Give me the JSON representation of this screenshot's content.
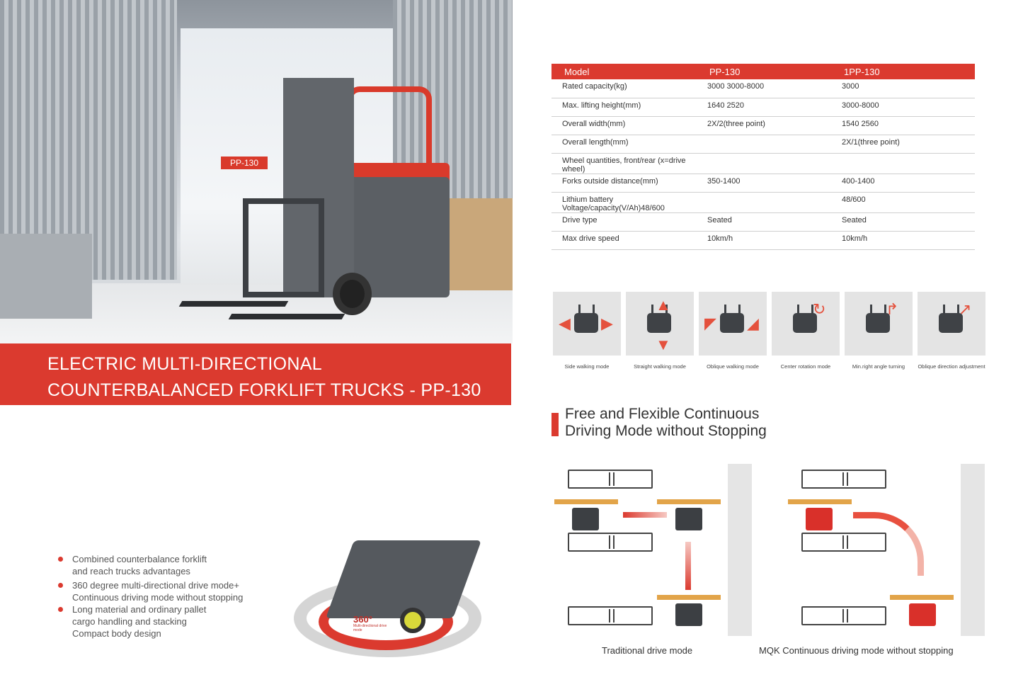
{
  "hero": {
    "tag": "PP-130",
    "title_line1": "ELECTRIC MULTI-DIRECTIONAL",
    "title_line2": "COUNTERBALANCED FORKLIFT TRUCKS - PP-130"
  },
  "specs": {
    "headers": [
      "Model",
      "PP-130",
      "1PP-130"
    ],
    "rows": [
      [
        "Rated capacity(kg)",
        "3000  3000-8000",
        "3000"
      ],
      [
        "Max. lifting height(mm)",
        "1640            2520",
        "3000-8000"
      ],
      [
        "Overall width(mm)",
        "2X/2(three point)",
        "1540            2560"
      ],
      [
        "Overall length(mm)",
        "",
        "2X/1(three point)"
      ],
      [
        "Wheel quantities, front/rear (x=drive wheel)",
        "",
        ""
      ],
      [
        "Forks outside distance(mm)",
        "350-1400",
        "400-1400"
      ],
      [
        "Lithium battery Voltage/capacity(V/Ah)48/600",
        "",
        "48/600"
      ],
      [
        "Drive type",
        "Seated",
        "Seated"
      ],
      [
        "Max drive speed",
        "10km/h",
        "10km/h"
      ]
    ]
  },
  "modes": [
    {
      "label": "Side walking mode",
      "icon": "side-arrows-icon"
    },
    {
      "label": "Straight walking mode",
      "icon": "vertical-arrows-icon"
    },
    {
      "label": "Oblique walking mode",
      "icon": "diagonal-arrows-icon"
    },
    {
      "label": "Center rotation mode",
      "icon": "rotation-icon"
    },
    {
      "label": "Min.right angle turning",
      "icon": "turn-arrow-icon"
    },
    {
      "label": "Oblique direction adjustment",
      "icon": "oblique-adjust-icon"
    }
  ],
  "section": {
    "heading_line1": "Free and Flexible Continuous",
    "heading_line2": "Driving Mode without Stopping"
  },
  "diagrams": {
    "traditional": "Traditional drive mode",
    "mqk": "MQK Continuous driving mode without stopping"
  },
  "features": [
    "Combined counterbalance forklift",
    "and reach trucks advantages",
    "360 degree multi-directional drive mode+",
    "Continuous driving mode without stopping",
    "Long material and ordinary pallet",
    "cargo handling and stacking",
    "Compact body design"
  ],
  "chassis": {
    "badge": "360°",
    "caption": "Multi-directional drive mode"
  },
  "colors": {
    "accent": "#db3a2f",
    "beam": "#e2a449"
  }
}
